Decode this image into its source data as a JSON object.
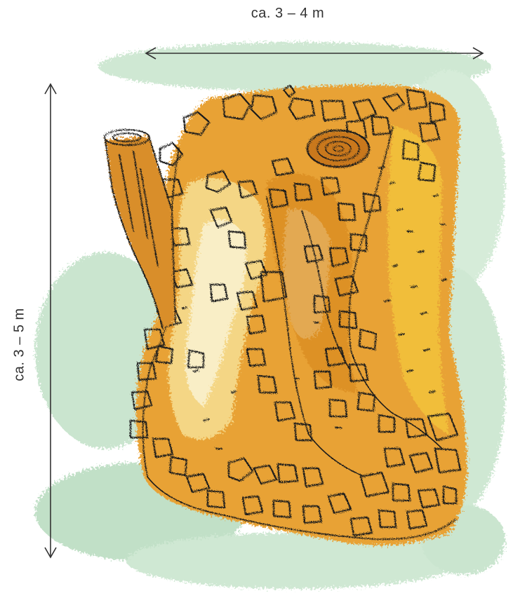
{
  "dimensions": {
    "width_label": "ca. 3 – 4 m",
    "height_label": "ca. 3 – 5 m"
  },
  "colors": {
    "grass": "#8fc79a",
    "mound_orange": "#e8a235",
    "mound_yellow": "#f3c33a",
    "mound_pale": "#f6dc8e",
    "wood": "#d98e2c",
    "outline": "#1a1a1a"
  },
  "illustration": {
    "elements": [
      "grass-background",
      "mound",
      "log",
      "stone-ring",
      "stump-icon"
    ]
  }
}
